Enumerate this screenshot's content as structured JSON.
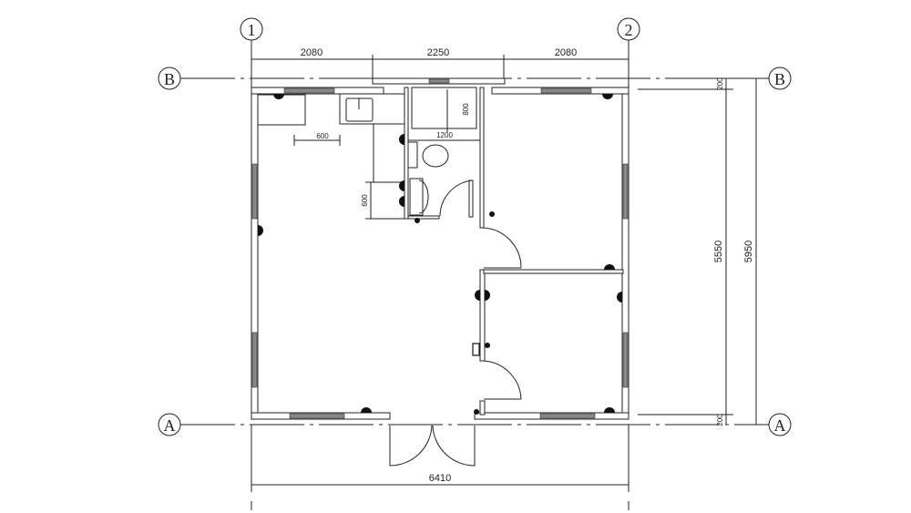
{
  "axes": {
    "col_1": "1",
    "col_2": "2",
    "row_a": "A",
    "row_b": "B"
  },
  "dimensions": {
    "top": [
      "2080",
      "2250",
      "2080"
    ],
    "bottom_total": "6410",
    "right_inner": "5550",
    "right_total": "5950",
    "right_offset_top": "200",
    "right_offset_bottom": "200",
    "shower_depth": "800",
    "bathroom_width": "1200",
    "counter_width": "600",
    "counter_depth": "600"
  }
}
